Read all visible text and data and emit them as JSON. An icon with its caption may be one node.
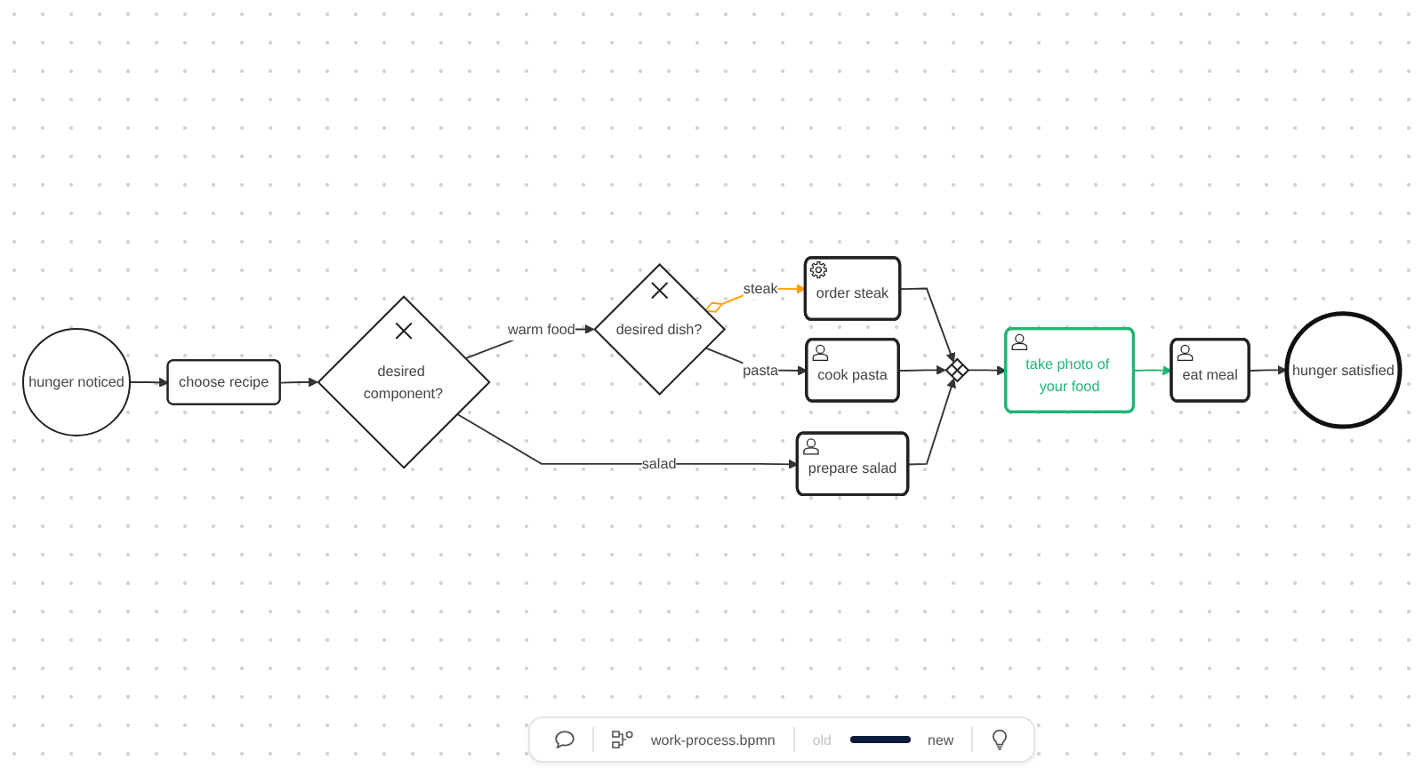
{
  "diagram": {
    "nodes": [
      {
        "text": [
          "hunger noticed"
        ]
      },
      {
        "text": [
          "choose recipe"
        ]
      },
      {
        "text": [
          "desired component?"
        ]
      },
      {
        "text": [
          "desired dish?"
        ]
      },
      {
        "text": [
          "order steak"
        ]
      },
      {
        "text": [
          "cook pasta"
        ]
      },
      {
        "text": [
          "prepare salad"
        ]
      },
      {
        "text": [],
        "shape": "diamond"
      },
      {
        "text": [
          "take photo of your food"
        ]
      },
      {
        "text": [
          "eat meal"
        ]
      },
      {
        "text": [
          "hunger satisfied"
        ]
      }
    ],
    "edges": [
      {
        "from": 0,
        "to": 1,
        "arrow": "to"
      },
      {
        "from": 1,
        "to": 2,
        "arrow": "to"
      },
      {
        "from": 2,
        "to": 3,
        "arrow": "to",
        "label": "warm food"
      },
      {
        "from": 2,
        "to": 6,
        "arrow": "to",
        "label": "salad"
      },
      {
        "from": 3,
        "to": 4,
        "arrow": "to",
        "label": "steak",
        "color": "#ffa000"
      },
      {
        "from": 3,
        "to": 5,
        "arrow": "to",
        "label": "pasta"
      },
      {
        "from": 4,
        "to": 7,
        "arrow": "to"
      },
      {
        "from": 5,
        "to": 7,
        "arrow": "to"
      },
      {
        "from": 6,
        "to": 7,
        "arrow": "to"
      },
      {
        "from": 7,
        "to": 8,
        "arrow": "to"
      },
      {
        "from": 8,
        "to": 9,
        "arrow": "to",
        "color": "#21b573"
      },
      {
        "from": 9,
        "to": 10,
        "arrow": "to"
      }
    ],
    "labels": [
      "work-process.bpmn",
      "old",
      "new"
    ]
  }
}
